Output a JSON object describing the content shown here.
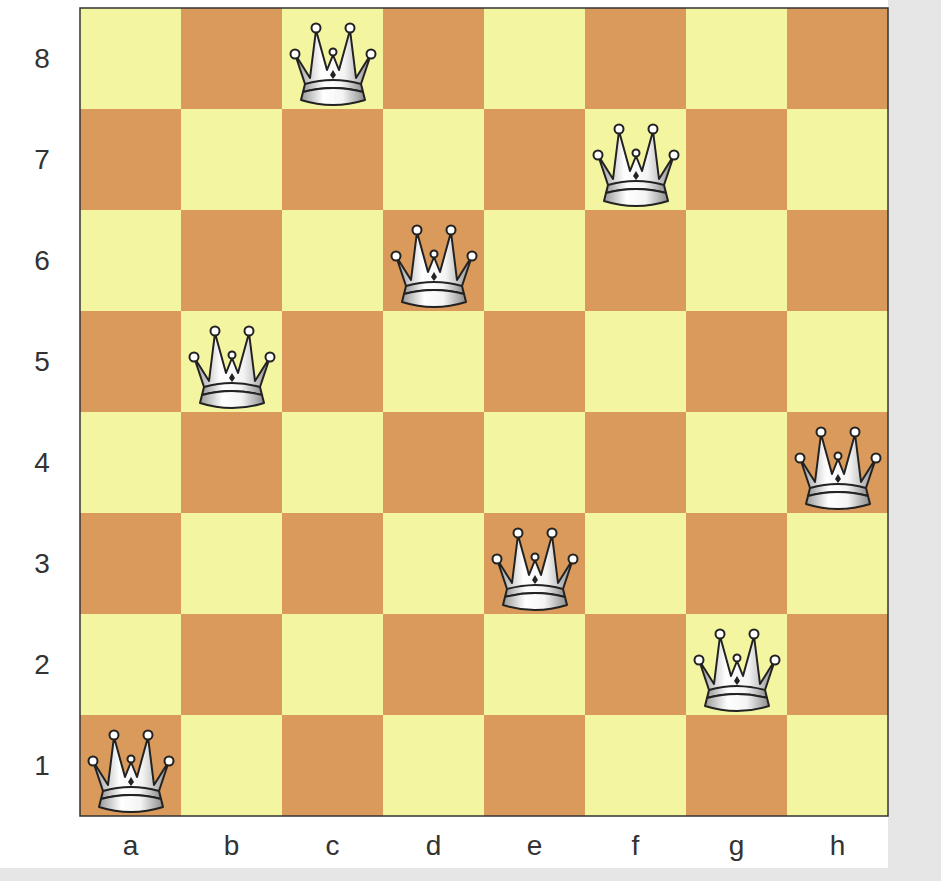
{
  "diagram": {
    "labels": [
      "8",
      "7",
      "6",
      "5",
      "4",
      "3",
      "2",
      "1",
      "a",
      "b",
      "c",
      "d",
      "e",
      "f",
      "g",
      "h"
    ]
  }
}
